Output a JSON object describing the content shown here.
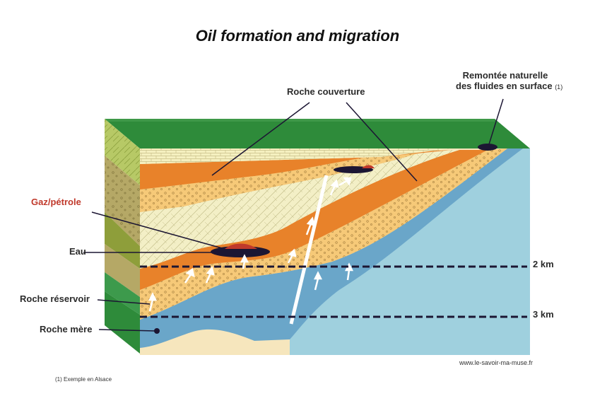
{
  "title": "Oil formation and migration",
  "labels": {
    "cover_rock": "Roche couverture",
    "surface_seep_line1": "Remontée naturelle",
    "surface_seep_line2": "des fluides en surface",
    "surface_seep_note": "(1)",
    "gas_oil": "Gaz/pétrole",
    "water": "Eau",
    "reservoir_rock": "Roche réservoir",
    "source_rock": "Roche mère"
  },
  "depth_markers": [
    "2 km",
    "3 km"
  ],
  "credit": "www.le-savoir-ma-muse.fr",
  "footnote": "(1) Exemple en Alsace",
  "colors": {
    "surface_green": "#2e8b3a",
    "cover_orange": "#e8822a",
    "reservoir_yellow": "#f6c978",
    "limestone_cream": "#f5f0c0",
    "source_blue": "#6aa6c9",
    "base_beige": "#f6e6bd",
    "gas_red": "#c0392b",
    "oil_black": "#1c1633"
  }
}
